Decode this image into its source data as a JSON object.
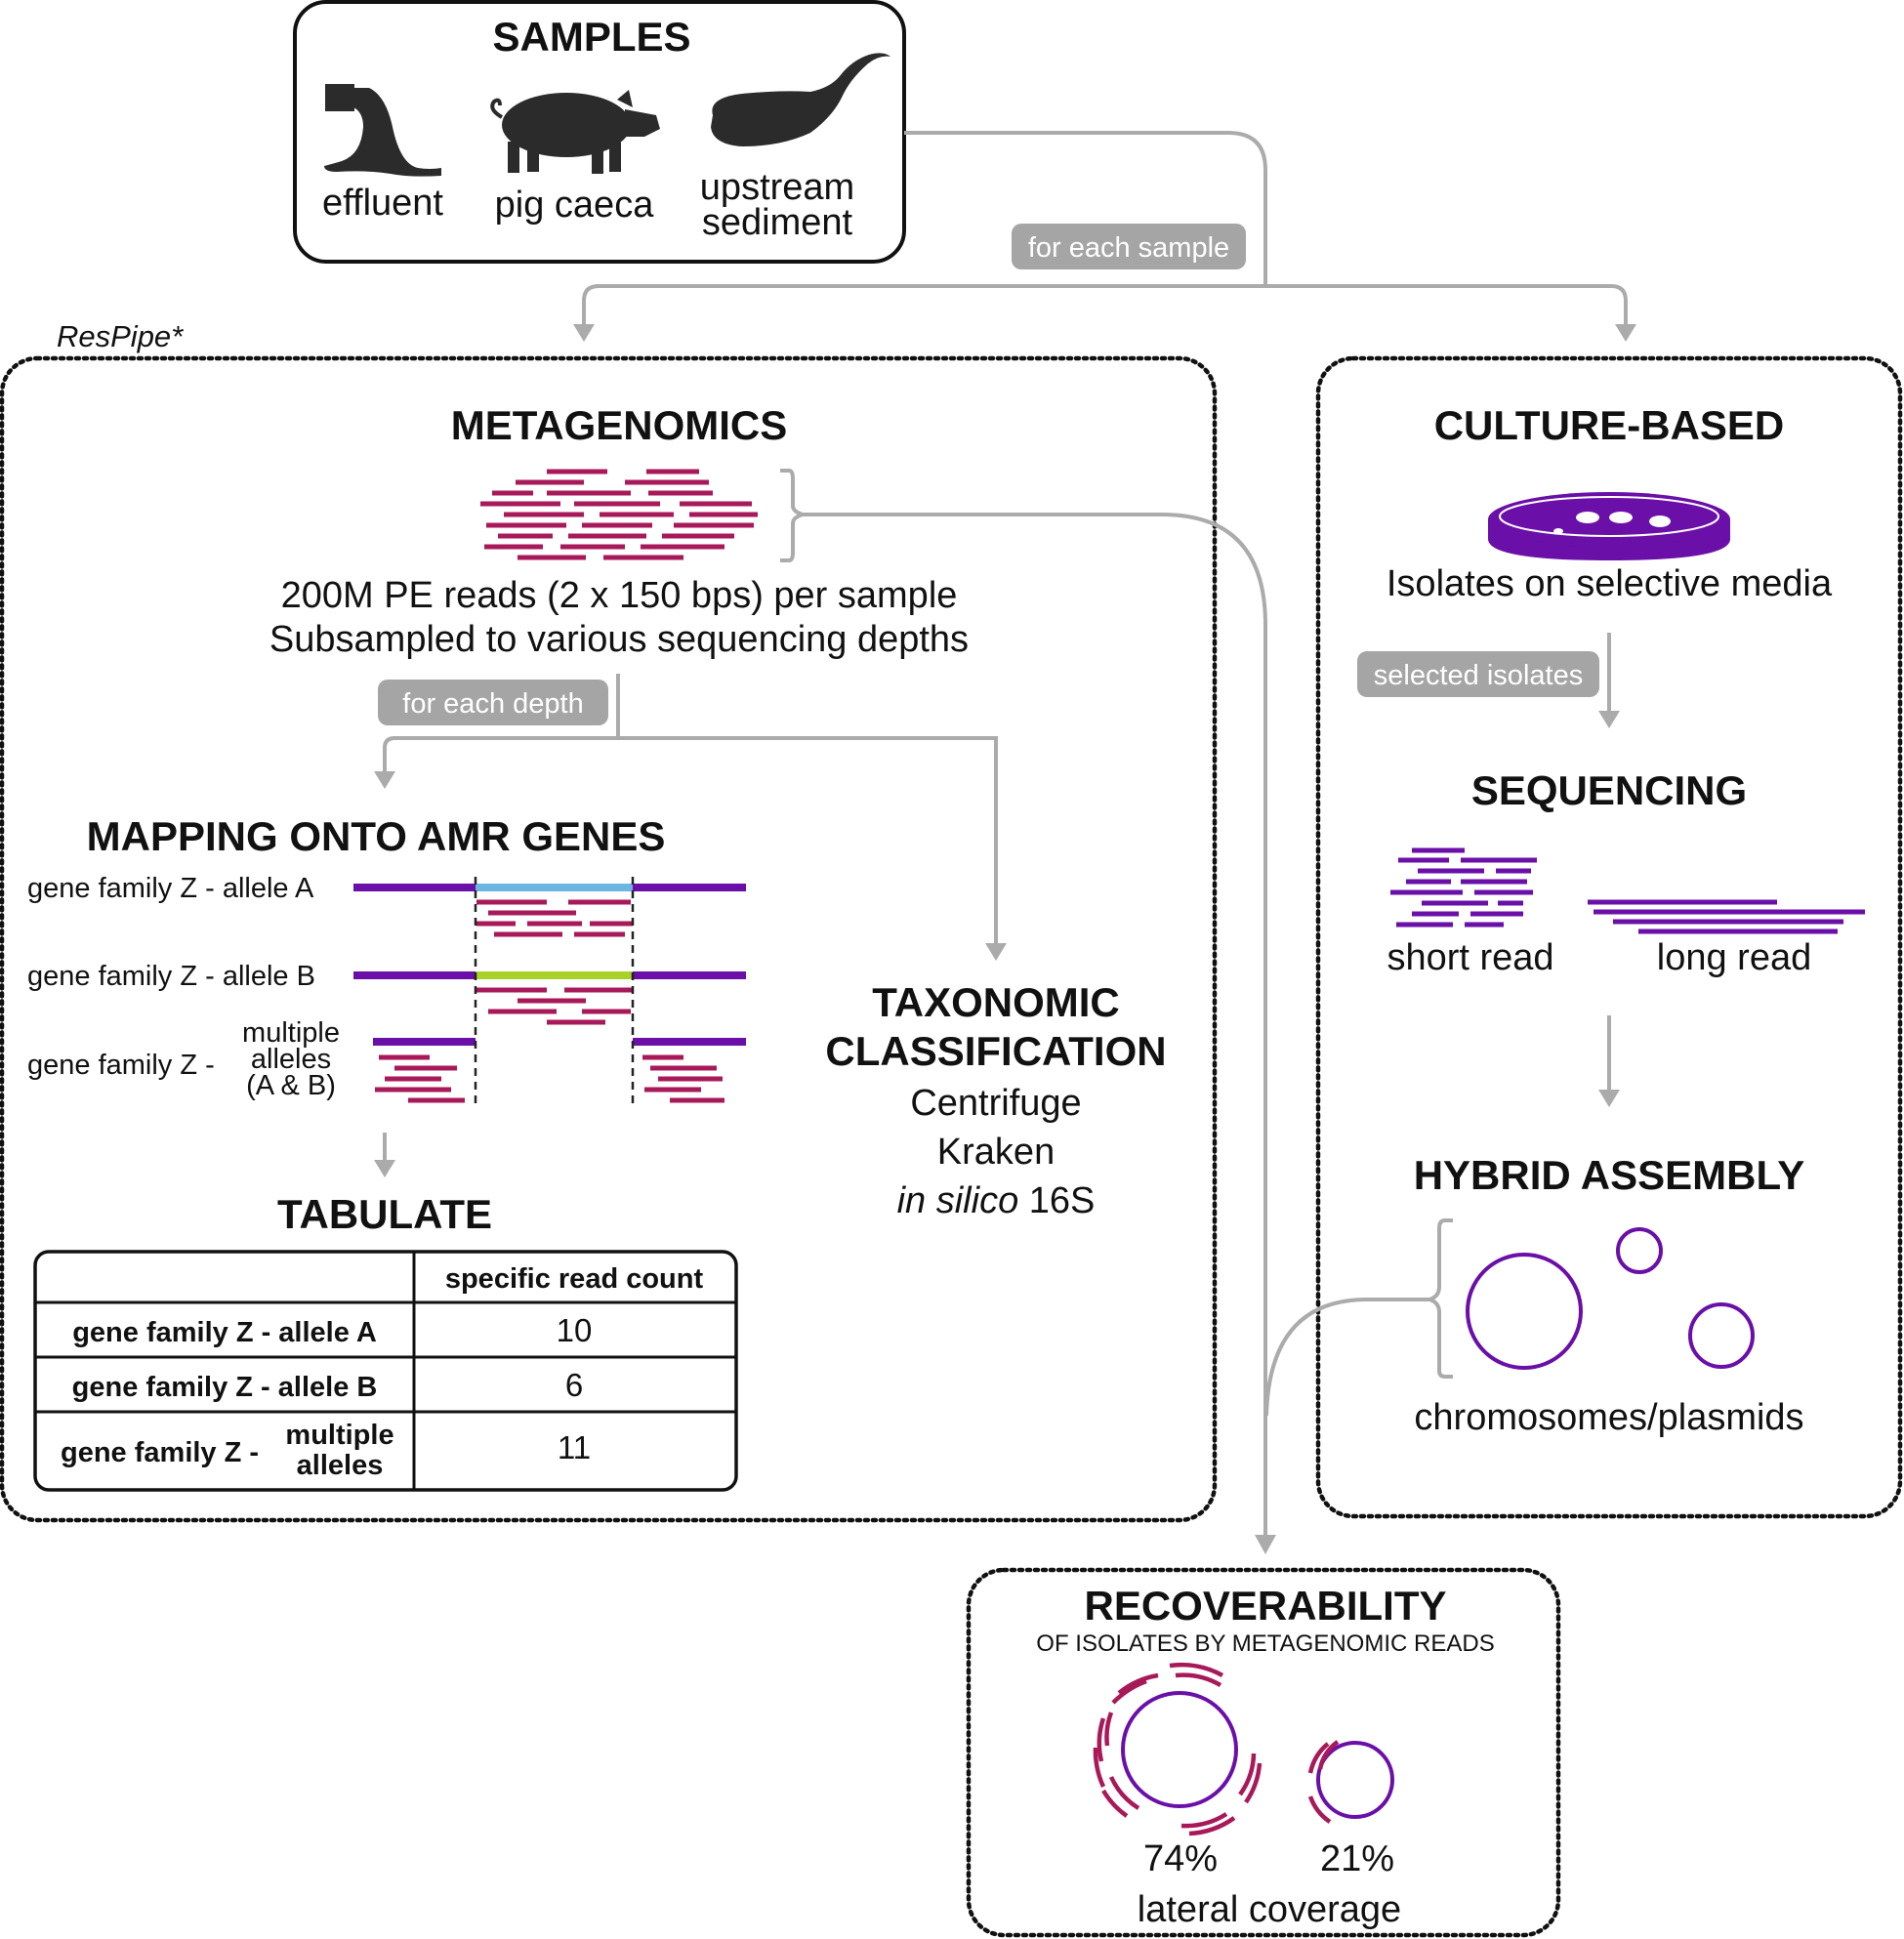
{
  "colors": {
    "read_magenta": "#a8195a",
    "purple": "#6a0fa8",
    "allele_a": "#6bb6e0",
    "allele_b": "#a8d12a",
    "arrow_gray": "#ababab",
    "pill_gray": "#a5a5a5"
  },
  "samples": {
    "title": "SAMPLES",
    "items": [
      {
        "label": "effluent",
        "icon": "effluent-pipe-icon"
      },
      {
        "label": "pig caeca",
        "icon": "pig-icon"
      },
      {
        "label_line1": "upstream",
        "label_line2": "sediment",
        "icon": "sediment-icon"
      }
    ],
    "for_each_label": "for each sample"
  },
  "respipe_label": "ResPipe*",
  "metagenomics": {
    "title": "METAGENOMICS",
    "reads_line1": "200M PE reads (2 x 150 bps) per sample",
    "reads_line2": "Subsampled to various sequencing depths",
    "for_each_label": "for each depth"
  },
  "mapping": {
    "title": "MAPPING ONTO AMR GENES",
    "allele_a_label": "gene family Z - allele A",
    "allele_b_label": "gene family Z - allele B",
    "multi_prefix": "gene family Z -",
    "multi_line1": "multiple",
    "multi_line2": "alleles",
    "multi_line3": "(A & B)"
  },
  "tabulate": {
    "title": "TABULATE",
    "column_header": "specific read count",
    "rows": [
      {
        "label": "gene family Z - allele A",
        "value": "10"
      },
      {
        "label": "gene family Z - allele B",
        "value": "6"
      },
      {
        "label_prefix": "gene family Z -",
        "label_line1": "multiple",
        "label_line2": "alleles",
        "value": "11"
      }
    ]
  },
  "taxonomic": {
    "title_line1": "TAXONOMIC",
    "title_line2": "CLASSIFICATION",
    "tools": [
      "Centrifuge",
      "Kraken"
    ],
    "silico_italic": "in silico",
    "silico_rest": " 16S"
  },
  "culture": {
    "title": "CULTURE-BASED",
    "isolates_label": "Isolates on selective media",
    "selected_label": "selected isolates"
  },
  "sequencing": {
    "title": "SEQUENCING",
    "short_label": "short read",
    "long_label": "long read"
  },
  "hybrid": {
    "title": "HYBRID ASSEMBLY",
    "label": "chromosomes/plasmids"
  },
  "recoverability": {
    "title": "RECOVERABILITY",
    "subtitle": "OF ISOLATES BY METAGENOMIC READS",
    "pct_large": "74%",
    "pct_small": "21%",
    "caption": "lateral coverage"
  }
}
